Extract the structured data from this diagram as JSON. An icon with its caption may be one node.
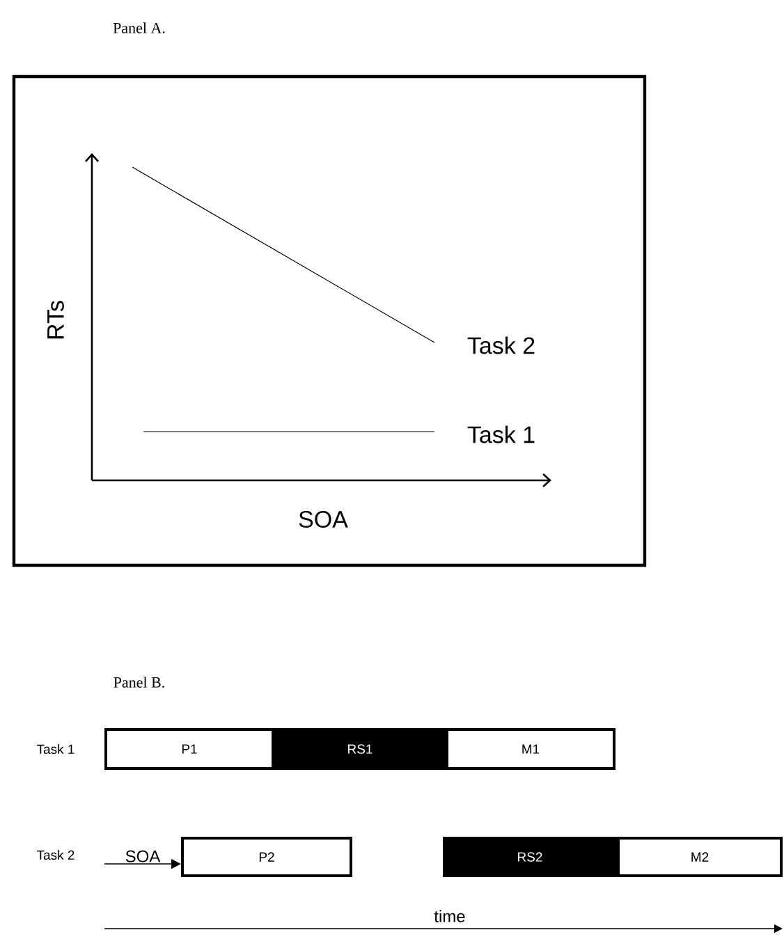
{
  "diagram": {
    "nodes": [
      {
        "text": [
          "P1"
        ]
      },
      {
        "text": [
          "RS1"
        ]
      },
      {
        "text": [
          "M1"
        ]
      },
      {
        "text": [
          "P2"
        ]
      },
      {
        "text": [
          "RS2"
        ]
      },
      {
        "text": [
          "M2"
        ]
      }
    ],
    "edges": [
      {
        "from": null,
        "to": 3,
        "arrow": "to",
        "label": "SOA"
      }
    ],
    "labels": [
      "Panel A.",
      "RTs",
      "Task 2",
      "Task 1",
      "SOA",
      "Panel B.",
      "Task 1",
      "Task 2",
      "time"
    ]
  }
}
